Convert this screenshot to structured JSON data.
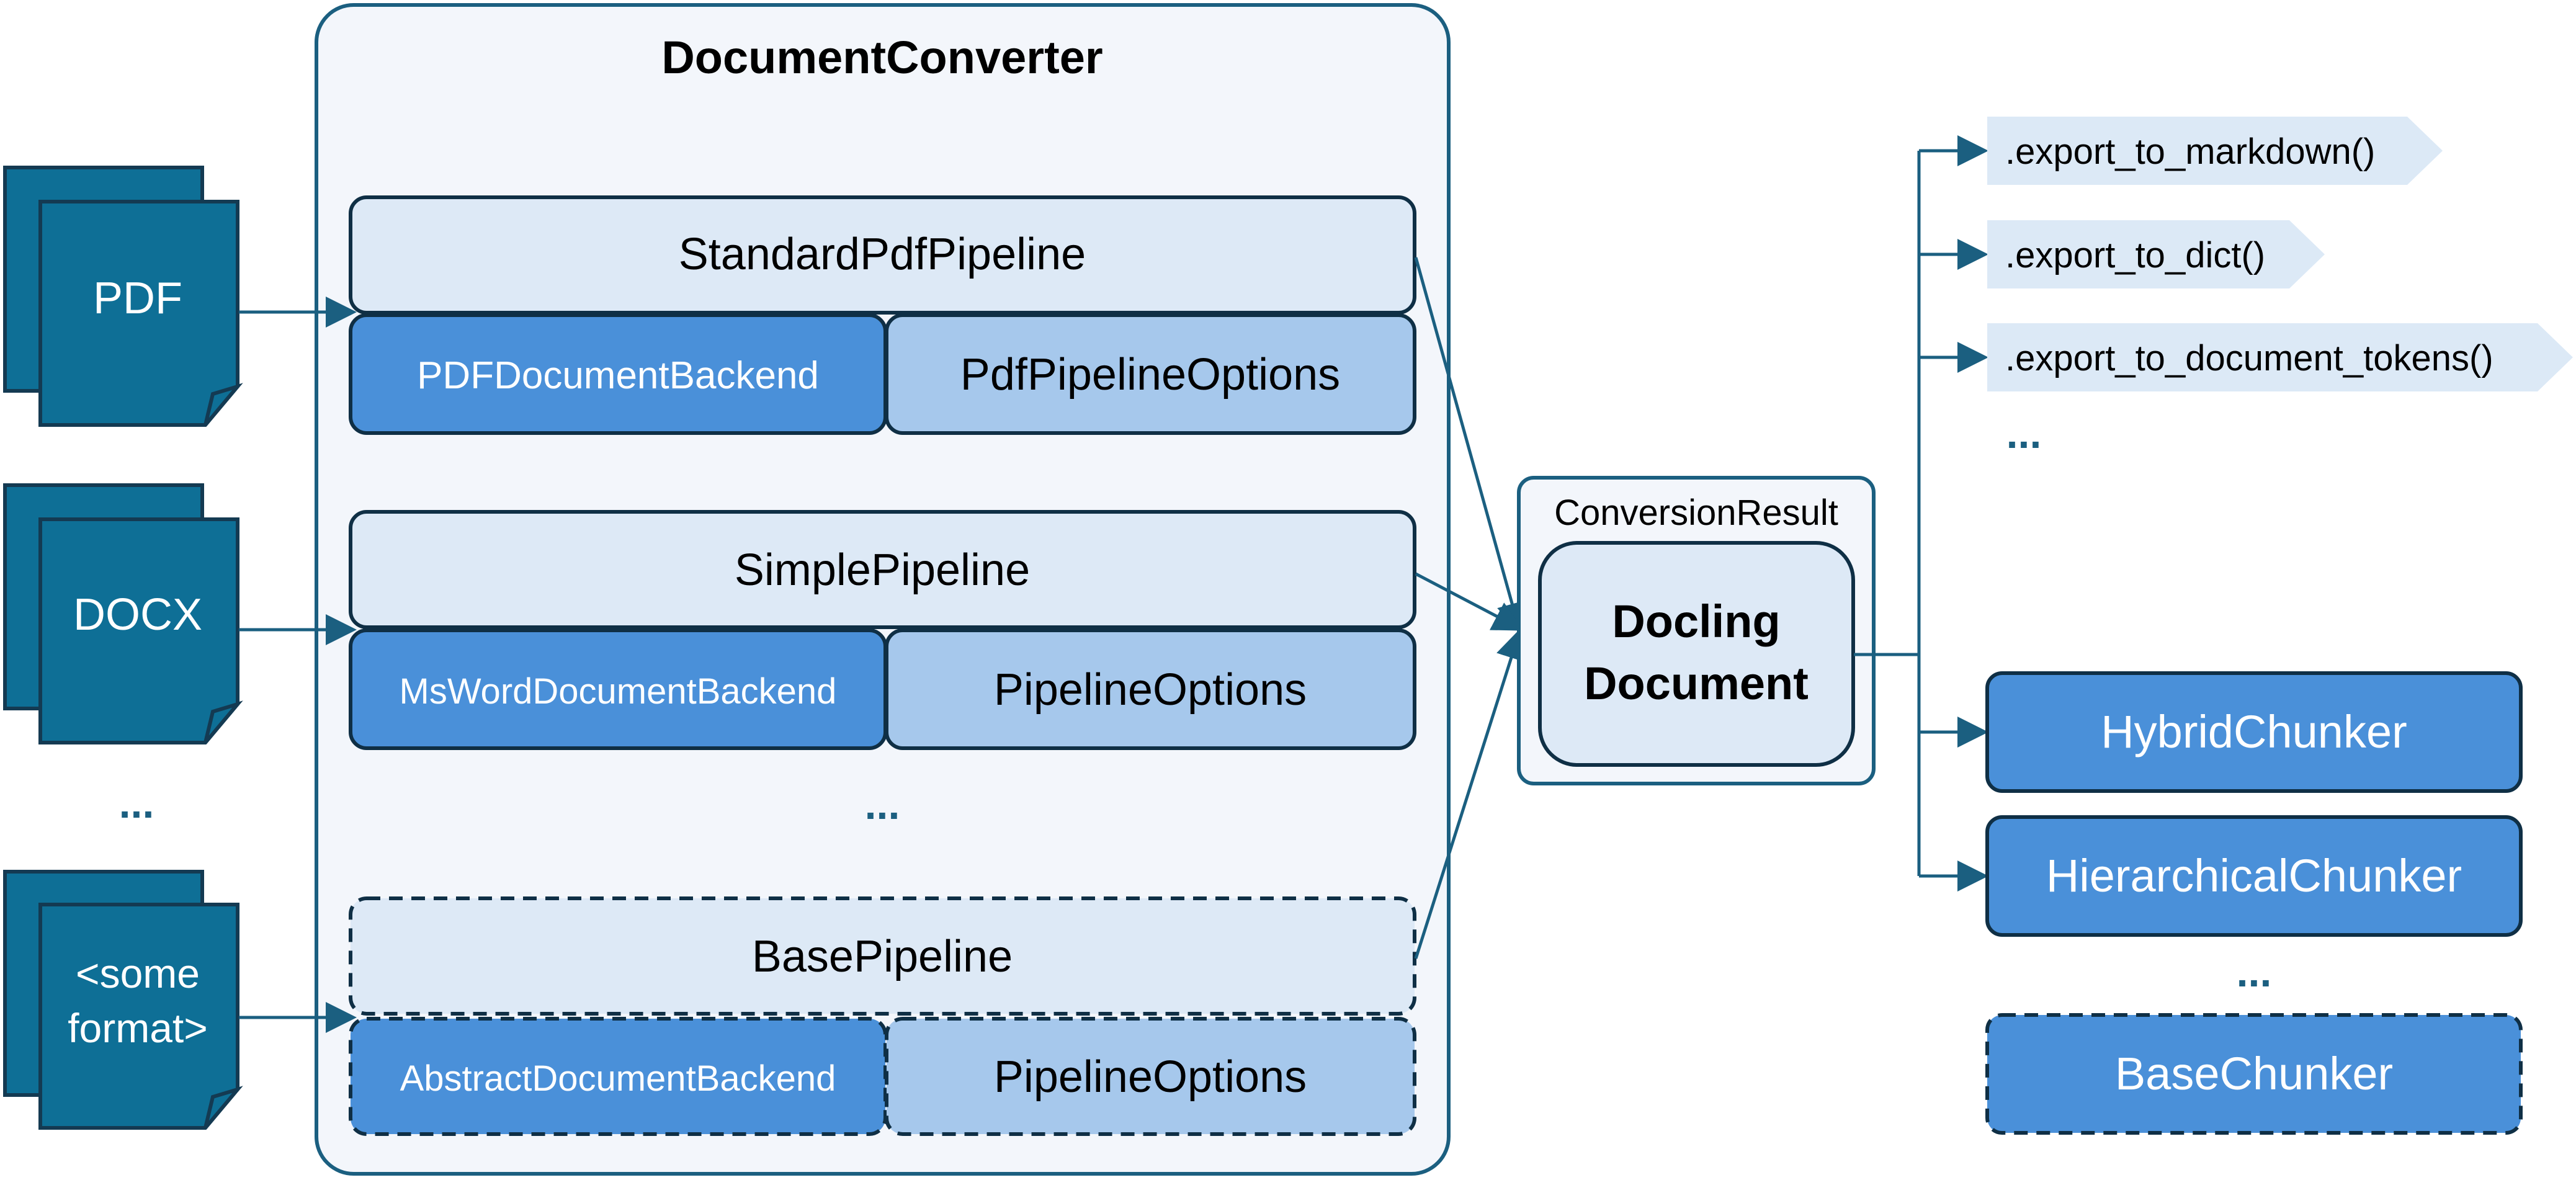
{
  "converter": {
    "title": "DocumentConverter"
  },
  "inputs": [
    {
      "label": "PDF"
    },
    {
      "label": "DOCX"
    },
    {
      "label_lines": [
        "<some",
        "format>"
      ]
    }
  ],
  "inputs_ellipsis": "...",
  "pipelines": [
    {
      "name": "StandardPdfPipeline",
      "backend": "PDFDocumentBackend",
      "options": "PdfPipelineOptions",
      "dashed": false
    },
    {
      "name": "SimplePipeline",
      "backend": "MsWordDocumentBackend",
      "options": "PipelineOptions",
      "dashed": false
    },
    {
      "name": "BasePipeline",
      "backend": "AbstractDocumentBackend",
      "options": "PipelineOptions",
      "dashed": true
    }
  ],
  "pipelines_ellipsis": "...",
  "result": {
    "label": "ConversionResult",
    "doc_lines": [
      "Docling",
      "Document"
    ]
  },
  "exports": [
    {
      "label": ".export_to_markdown()"
    },
    {
      "label": ".export_to_dict()"
    },
    {
      "label": ".export_to_document_tokens()"
    }
  ],
  "exports_ellipsis": "...",
  "chunkers": [
    {
      "label": "HybridChunker",
      "dashed": false
    },
    {
      "label": "HierarchicalChunker",
      "dashed": false
    },
    {
      "label": "BaseChunker",
      "dashed": true
    }
  ],
  "chunkers_ellipsis": "...",
  "colors": {
    "dark_blue": "#0e6f96",
    "navy_outline": "#143a52",
    "teal_line": "#1b5f80",
    "converter_fill": "#f3f6fb",
    "pipeline_fill": "#dde9f6",
    "backend_fill": "#4a90d9",
    "options_fill": "#a6c8ec",
    "export_fill": "#dce9f6"
  }
}
